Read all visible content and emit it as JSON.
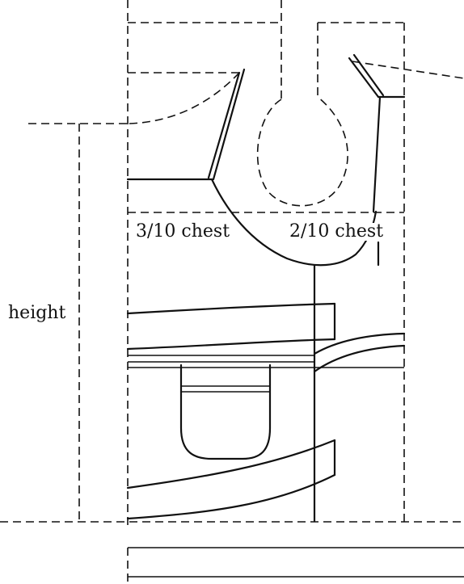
{
  "labels": {
    "left_chest": "3/10 chest",
    "right_chest": "2/10 chest",
    "height": "height"
  },
  "colors": {
    "line": "#111111",
    "background": "#ffffff"
  }
}
